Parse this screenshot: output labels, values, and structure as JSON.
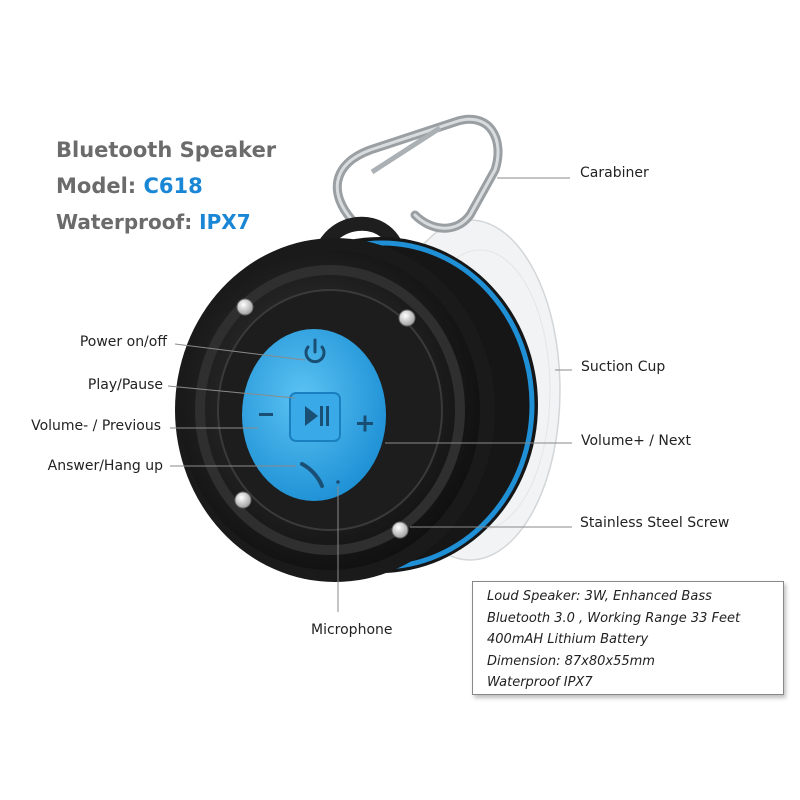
{
  "title": {
    "product": "Bluetooth Speaker",
    "model_label": "Model:",
    "model_value": "C618",
    "waterproof_label": "Waterproof:",
    "waterproof_value": "IPX7"
  },
  "callouts": {
    "carabiner": "Carabiner",
    "suction_cup": "Suction Cup",
    "volume_up_next": "Volume+ / Next",
    "stainless_screw": "Stainless Steel  Screw",
    "power": "Power on/off",
    "play_pause": "Play/Pause",
    "volume_down_prev": "Volume- / Previous",
    "answer_hang_up": "Answer/Hang up",
    "microphone": "Microphone"
  },
  "specs": [
    "Loud Speaker: 3W, Enhanced Bass",
    "Bluetooth 3.0 , Working Range 33 Feet",
    "400mAH Lithium Battery",
    "Dimension: 87x80x55mm",
    "Waterproof IPX7"
  ],
  "colors": {
    "accent_blue": "#1a86d6",
    "button_blue": "#2aa3e6",
    "body_black": "#1c1c1c",
    "title_gray": "#6b6b6b"
  },
  "icons": [
    "power-icon",
    "play-pause-icon",
    "minus-icon",
    "plus-icon",
    "phone-icon",
    "microphone-hole-icon",
    "screw-icon",
    "carabiner-icon"
  ]
}
